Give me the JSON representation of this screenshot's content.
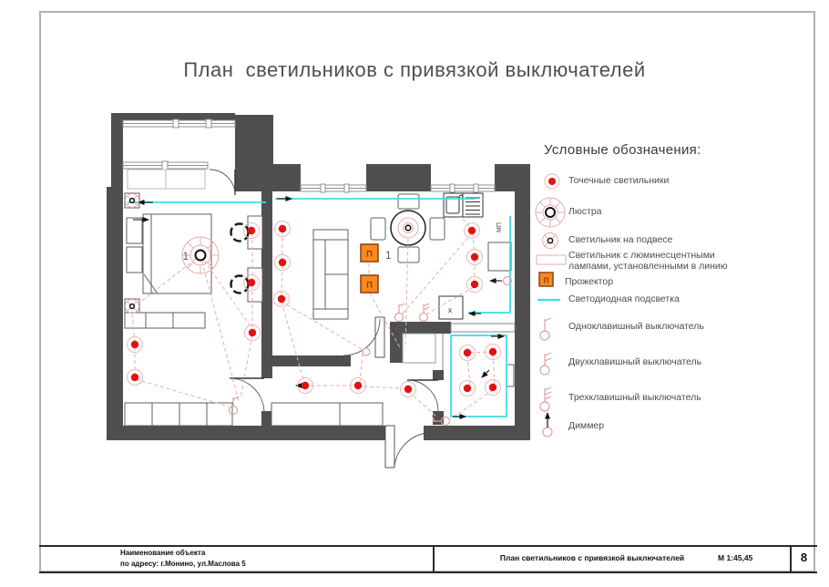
{
  "page": {
    "title": "План  светильников с привязкой выключателей"
  },
  "legend": {
    "header": "Условные обозначения:",
    "items": [
      {
        "icon": "spot-light-icon",
        "label": "Точечные светильники"
      },
      {
        "icon": "chandelier-icon",
        "label": "Люстра"
      },
      {
        "icon": "pendant-light-icon",
        "label": "Светильник на подвесе"
      },
      {
        "icon": "fluorescent-light-icon",
        "label": "Светильник с люминесцентными лампами, установленными в линию"
      },
      {
        "icon": "projector-icon",
        "label": "Прожектор"
      },
      {
        "icon": "led-strip-icon",
        "label": "Светодиодная подсветка"
      },
      {
        "icon": "switch-1gang-icon",
        "label": "Одноклавишный выключатель"
      },
      {
        "icon": "switch-2gang-icon",
        "label": "Двухклавишный выключатель"
      },
      {
        "icon": "switch-3gang-icon",
        "label": "Трехклавишный выключатель"
      },
      {
        "icon": "dimmer-icon",
        "label": "Диммер"
      }
    ]
  },
  "plan": {
    "chandelier_label": "1",
    "pendant_group_label": "1",
    "projector_letter": "П",
    "washer_label": "x",
    "kitchen_label": "МП"
  },
  "titleblock": {
    "object_line1": "Наименование объекта",
    "object_line2": "по адресу: г.Монино, ул.Маслова 5",
    "doc_title": "План светильников с привязкой выключателей",
    "scale": "М 1:45,45",
    "sheet_number": "8"
  },
  "colors": {
    "wall": "#4f4f4f",
    "led_cyan": "#3edee8",
    "spot_red": "#e41111",
    "projector_orange": "#f68a1f",
    "wiring_pink": "#e8acac"
  }
}
